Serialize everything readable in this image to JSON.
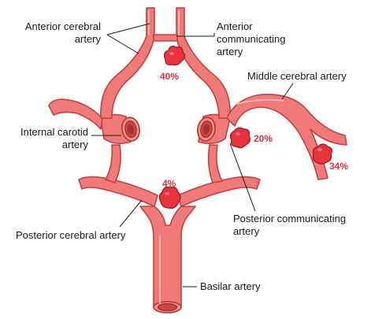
{
  "labels": {
    "anterior_cerebral_line1": "Anterior cerebral",
    "anterior_cerebral_line2": "artery",
    "anterior_communicating_line1": "Anterior",
    "anterior_communicating_line2": "communicating",
    "anterior_communicating_line3": "artery",
    "middle_cerebral": "Middle cerebral artery",
    "internal_carotid_line1": "Internal carotid",
    "internal_carotid_line2": "artery",
    "posterior_communicating_line1": "Posterior communicating",
    "posterior_communicating_line2": "artery",
    "posterior_cerebral": "Posterior cerebral artery",
    "basilar": "Basilar artery"
  },
  "aneurysms": {
    "anterior_communicating": "40%",
    "posterior_communicating": "20%",
    "middle_cerebral": "34%",
    "basilar_tip": "4%"
  },
  "colors": {
    "vessel_fill": "#f07a78",
    "vessel_outline": "#c2413f",
    "aneurysm_fill": "#e8323c",
    "percentage_text": "#e03040",
    "label_text": "#1a1a1a"
  }
}
